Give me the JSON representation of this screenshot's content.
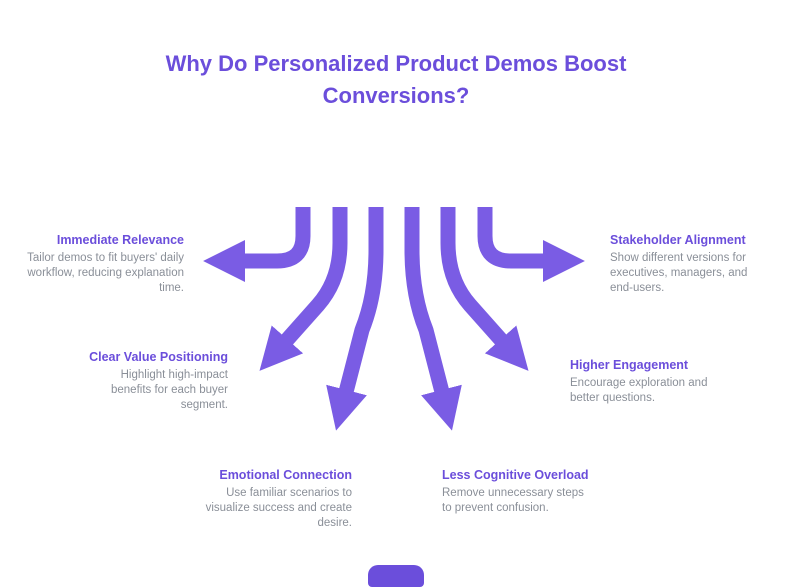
{
  "title": "Why Do Personalized Product Demos Boost Conversions?",
  "colors": {
    "accent": "#6B4EDB",
    "arrow": "#7A5CE4",
    "body_text": "#8A8F98",
    "background": "#FFFFFF"
  },
  "items": [
    {
      "heading": "Immediate Relevance",
      "body": "Tailor demos to fit buyers' daily workflow, reducing explanation time."
    },
    {
      "heading": "Stakeholder Alignment",
      "body": "Show different versions for executives, managers, and end-users."
    },
    {
      "heading": "Clear Value Positioning",
      "body": "Highlight high-impact benefits for each buyer segment."
    },
    {
      "heading": "Higher Engagement",
      "body": "Encourage exploration and better questions."
    },
    {
      "heading": "Emotional Connection",
      "body": "Use familiar scenarios to visualize success and create desire."
    },
    {
      "heading": "Less Cognitive Overload",
      "body": "Remove unnecessary steps to prevent confusion."
    }
  ],
  "icons": [
    "arrow-left-icon",
    "arrow-right-icon",
    "arrow-down-left-icon",
    "arrow-down-right-icon",
    "arrow-down-icon",
    "arrow-down-icon"
  ],
  "brand": {
    "mark": "brand-mark"
  }
}
